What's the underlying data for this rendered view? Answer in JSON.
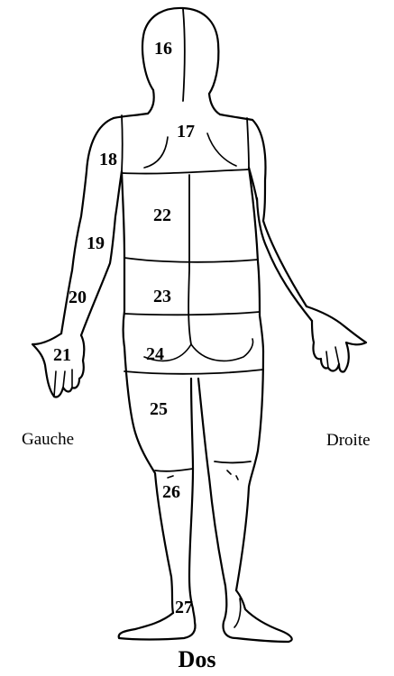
{
  "figure": {
    "caption": "Dos",
    "side_labels": {
      "left": "Gauche",
      "right": "Droite"
    },
    "zones": [
      {
        "id": "head",
        "label": "16"
      },
      {
        "id": "upper-back",
        "label": "17"
      },
      {
        "id": "left-shoulder",
        "label": "18"
      },
      {
        "id": "left-upper-arm",
        "label": "19"
      },
      {
        "id": "left-forearm",
        "label": "20"
      },
      {
        "id": "left-hand",
        "label": "21"
      },
      {
        "id": "mid-back",
        "label": "22"
      },
      {
        "id": "lower-back",
        "label": "23"
      },
      {
        "id": "buttocks",
        "label": "24"
      },
      {
        "id": "thighs",
        "label": "25"
      },
      {
        "id": "lower-legs",
        "label": "26"
      },
      {
        "id": "feet",
        "label": "27"
      }
    ]
  }
}
